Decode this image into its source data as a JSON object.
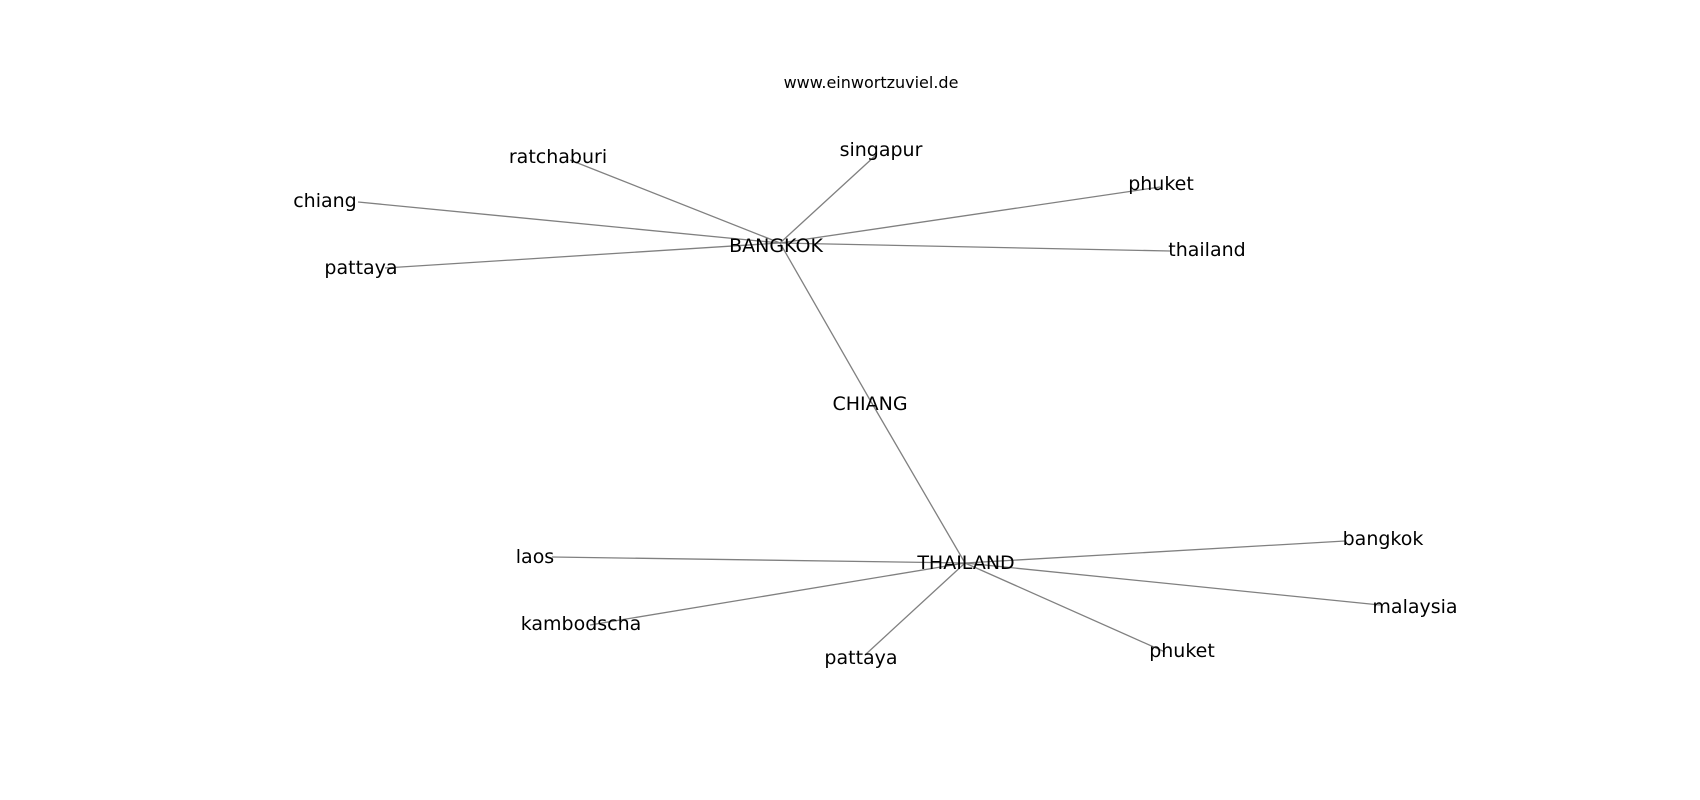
{
  "header": {
    "site": "www.einwortzuviel.de"
  },
  "graph": {
    "nodes": [
      {
        "id": "BANGKOK",
        "label": "BANGKOK"
      },
      {
        "id": "CHIANG",
        "label": "CHIANG"
      },
      {
        "id": "THAILAND",
        "label": "THAILAND"
      },
      {
        "id": "b_ratchaburi",
        "label": "ratchaburi"
      },
      {
        "id": "b_singapur",
        "label": "singapur"
      },
      {
        "id": "b_phuket",
        "label": "phuket"
      },
      {
        "id": "b_chiang",
        "label": "chiang"
      },
      {
        "id": "b_thailand",
        "label": "thailand"
      },
      {
        "id": "b_pattaya",
        "label": "pattaya"
      },
      {
        "id": "t_laos",
        "label": "laos"
      },
      {
        "id": "t_bangkok",
        "label": "bangkok"
      },
      {
        "id": "t_malaysia",
        "label": "malaysia"
      },
      {
        "id": "t_kambodscha",
        "label": "kambodscha"
      },
      {
        "id": "t_pattaya",
        "label": "pattaya"
      },
      {
        "id": "t_phuket",
        "label": "phuket"
      }
    ],
    "edges": [
      [
        "BANGKOK",
        "b_ratchaburi"
      ],
      [
        "BANGKOK",
        "b_singapur"
      ],
      [
        "BANGKOK",
        "b_phuket"
      ],
      [
        "BANGKOK",
        "b_chiang"
      ],
      [
        "BANGKOK",
        "b_thailand"
      ],
      [
        "BANGKOK",
        "b_pattaya"
      ],
      [
        "BANGKOK",
        "CHIANG"
      ],
      [
        "CHIANG",
        "THAILAND"
      ],
      [
        "THAILAND",
        "t_laos"
      ],
      [
        "THAILAND",
        "t_bangkok"
      ],
      [
        "THAILAND",
        "t_malaysia"
      ],
      [
        "THAILAND",
        "t_kambodscha"
      ],
      [
        "THAILAND",
        "t_pattaya"
      ],
      [
        "THAILAND",
        "t_phuket"
      ]
    ]
  },
  "style": {
    "edge_color": "#808080",
    "text_color": "#000000",
    "background": "#ffffff"
  }
}
